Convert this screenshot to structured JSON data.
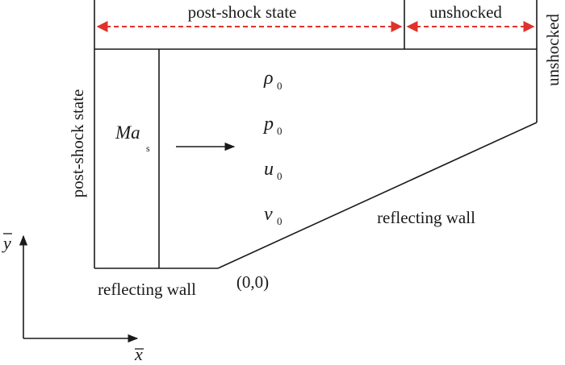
{
  "labels": {
    "top_left": "post-shock state",
    "top_right": "unshocked",
    "side_left": "post-shock state",
    "side_right": "unshocked",
    "mach_main": "Ma",
    "mach_sub": "s",
    "var_rho": "ρ",
    "var_p": "p",
    "var_u": "u",
    "var_v": "v",
    "sub_zero": "0",
    "wall_slope": "reflecting wall",
    "wall_bottom": "reflecting wall",
    "origin": "(0,0)",
    "axis_y": "y",
    "axis_x": "x"
  },
  "colors": {
    "line": "#1a1a1a",
    "dimension_arrow": "#e0312b"
  }
}
